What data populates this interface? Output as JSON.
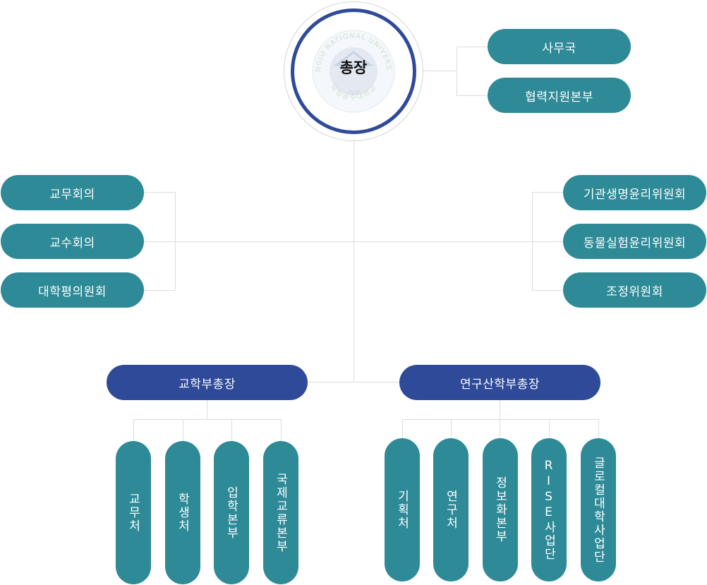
{
  "colors": {
    "teal": "#2e8a97",
    "navy": "#2e4a99",
    "line": "#dcdcdc"
  },
  "president": {
    "label": "총장",
    "logo": {
      "ring_text_top": "KONGJU NATIONAL UNIVERSITY",
      "ring_text_bottom": "국립공주대학교",
      "year": "1948",
      "icon": "university-emblem-icon"
    }
  },
  "staff": [
    {
      "label": "사무국"
    },
    {
      "label": "협력지원본부"
    }
  ],
  "left_councils": [
    {
      "label": "교무회의"
    },
    {
      "label": "교수회의"
    },
    {
      "label": "대학평의원회"
    }
  ],
  "right_committees": [
    {
      "label": "기관생명윤리위원회"
    },
    {
      "label": "동물실험윤리위원회"
    },
    {
      "label": "조정위원회"
    }
  ],
  "vice_presidents": [
    {
      "label": "교학부총장",
      "units": [
        {
          "label": "교무처"
        },
        {
          "label": "학생처"
        },
        {
          "label": "입학본부"
        },
        {
          "label": "국제교류본부"
        }
      ]
    },
    {
      "label": "연구산학부총장",
      "units": [
        {
          "label": "기획처"
        },
        {
          "label": "연구처"
        },
        {
          "label": "정보화본부"
        },
        {
          "label": "RISE사업단"
        },
        {
          "label": "글로컬대학사업단"
        }
      ]
    }
  ]
}
